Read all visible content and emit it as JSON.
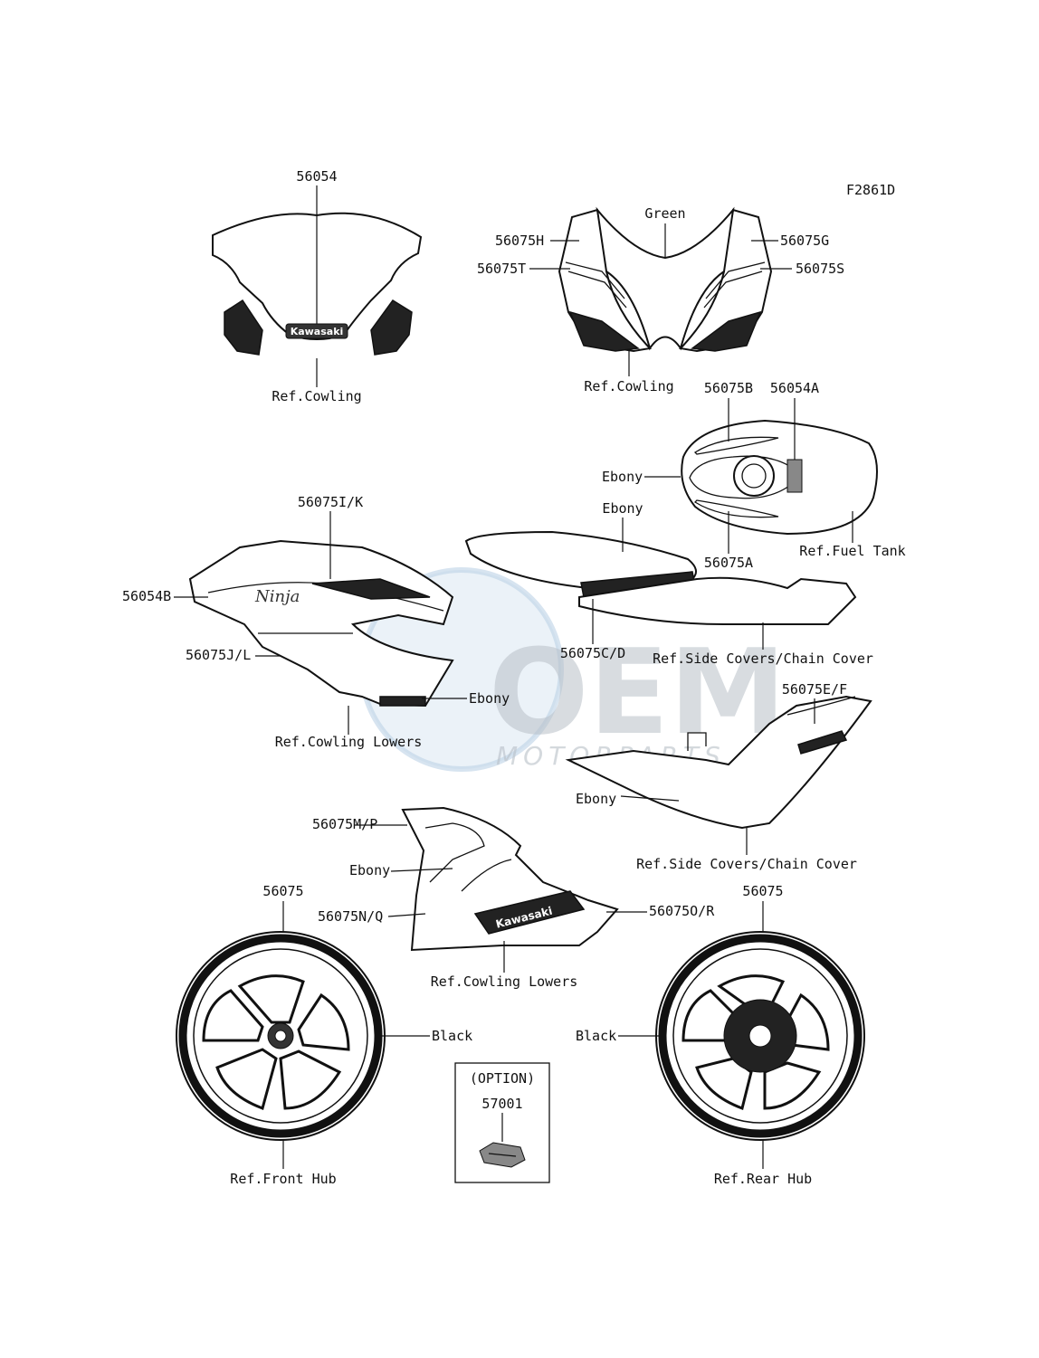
{
  "figure_code": "F2861D",
  "watermark": {
    "brand": "OEM",
    "sub": "MOTORPARTS"
  },
  "labels": {
    "windshield_part": "56054",
    "windshield_ref": "Ref.Cowling",
    "windshield_logo": "Kawasaki",
    "upper_color": "Green",
    "upper_h": "56075H",
    "upper_t": "56075T",
    "upper_g": "56075G",
    "upper_s": "56075S",
    "upper_ref": "Ref.Cowling",
    "tank_b": "56075B",
    "tank_54a": "56054A",
    "tank_color": "Ebony",
    "tank_a": "56075A",
    "tank_ref": "Ref.Fuel Tank",
    "seat_color": "Ebony",
    "seat_cd": "56075C/D",
    "seat_ref": "Ref.Side Covers/Chain Cover",
    "side_ik": "56075I/K",
    "side_54b": "56054B",
    "side_jl": "56075J/L",
    "side_color": "Ebony",
    "side_ref": "Ref.Cowling Lowers",
    "rear_ef": "56075E/F",
    "rear_color": "Ebony",
    "rear_ref": "Ref.Side Covers/Chain Cover",
    "lower_mp": "56075M/P",
    "lower_color": "Ebony",
    "lower_nq": "56075N/Q",
    "lower_or": "56075O/R",
    "lower_ref": "Ref.Cowling Lowers",
    "lower_logo": "Kawasaki",
    "front_wheel_part": "56075",
    "front_wheel_color": "Black",
    "front_wheel_ref": "Ref.Front Hub",
    "rear_wheel_part": "56075",
    "rear_wheel_color": "Black",
    "rear_wheel_ref": "Ref.Rear Hub",
    "option_title": "(OPTION)",
    "option_part": "57001"
  }
}
